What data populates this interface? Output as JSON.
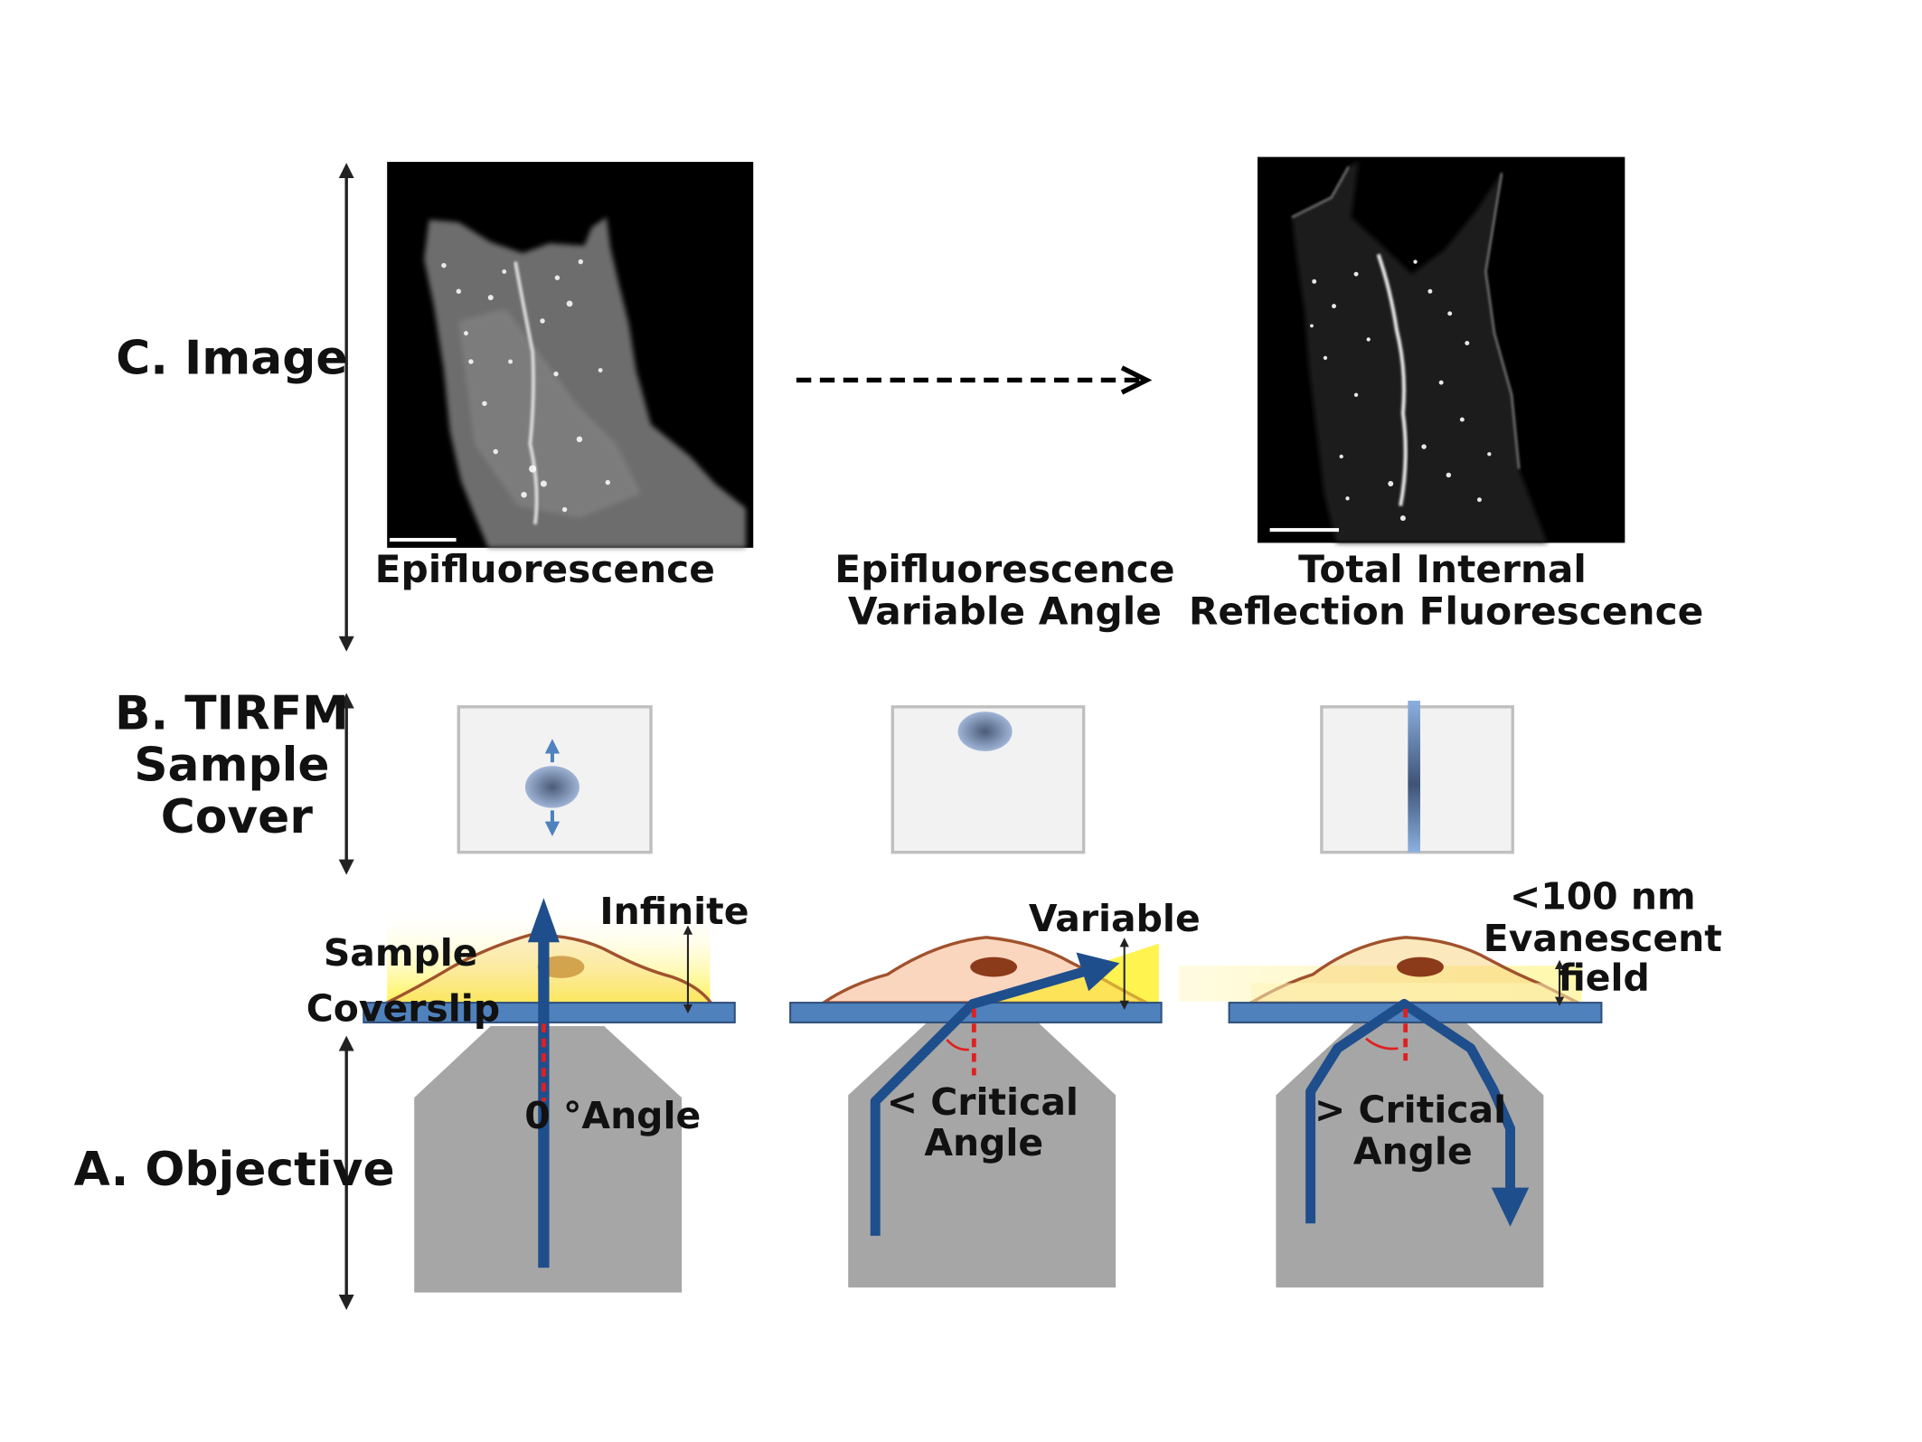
{
  "rows": {
    "image": "C. Image",
    "tirfm": [
      "B. TIRFM",
      "Sample",
      "Cover"
    ],
    "objective": "A. Objective"
  },
  "captions": {
    "epi": "Epifluorescence",
    "variable": [
      "Epifluorescence",
      "Variable Angle"
    ],
    "tirf": [
      "Total Internal",
      "Reflection Fluorescence"
    ]
  },
  "panel1": {
    "sample": "Sample",
    "coverslip": "Coverslip",
    "depth": "Infinite",
    "angle": "0 °Angle"
  },
  "panel2": {
    "depth": "Variable",
    "angle": [
      "< Critical",
      "Angle"
    ]
  },
  "panel3": {
    "depth": [
      "<100 nm",
      "Evanescent",
      "field"
    ],
    "angle": [
      "> Critical",
      "Angle"
    ]
  },
  "colors": {
    "beam": "#1f4e8c",
    "coverslip": "#4f81bd",
    "objective": "#a6a6a6",
    "cell_outline": "#a0522d",
    "nucleus": "#8b3a1a",
    "illumination": "#ffef3a",
    "normal_line": "#e02020"
  }
}
